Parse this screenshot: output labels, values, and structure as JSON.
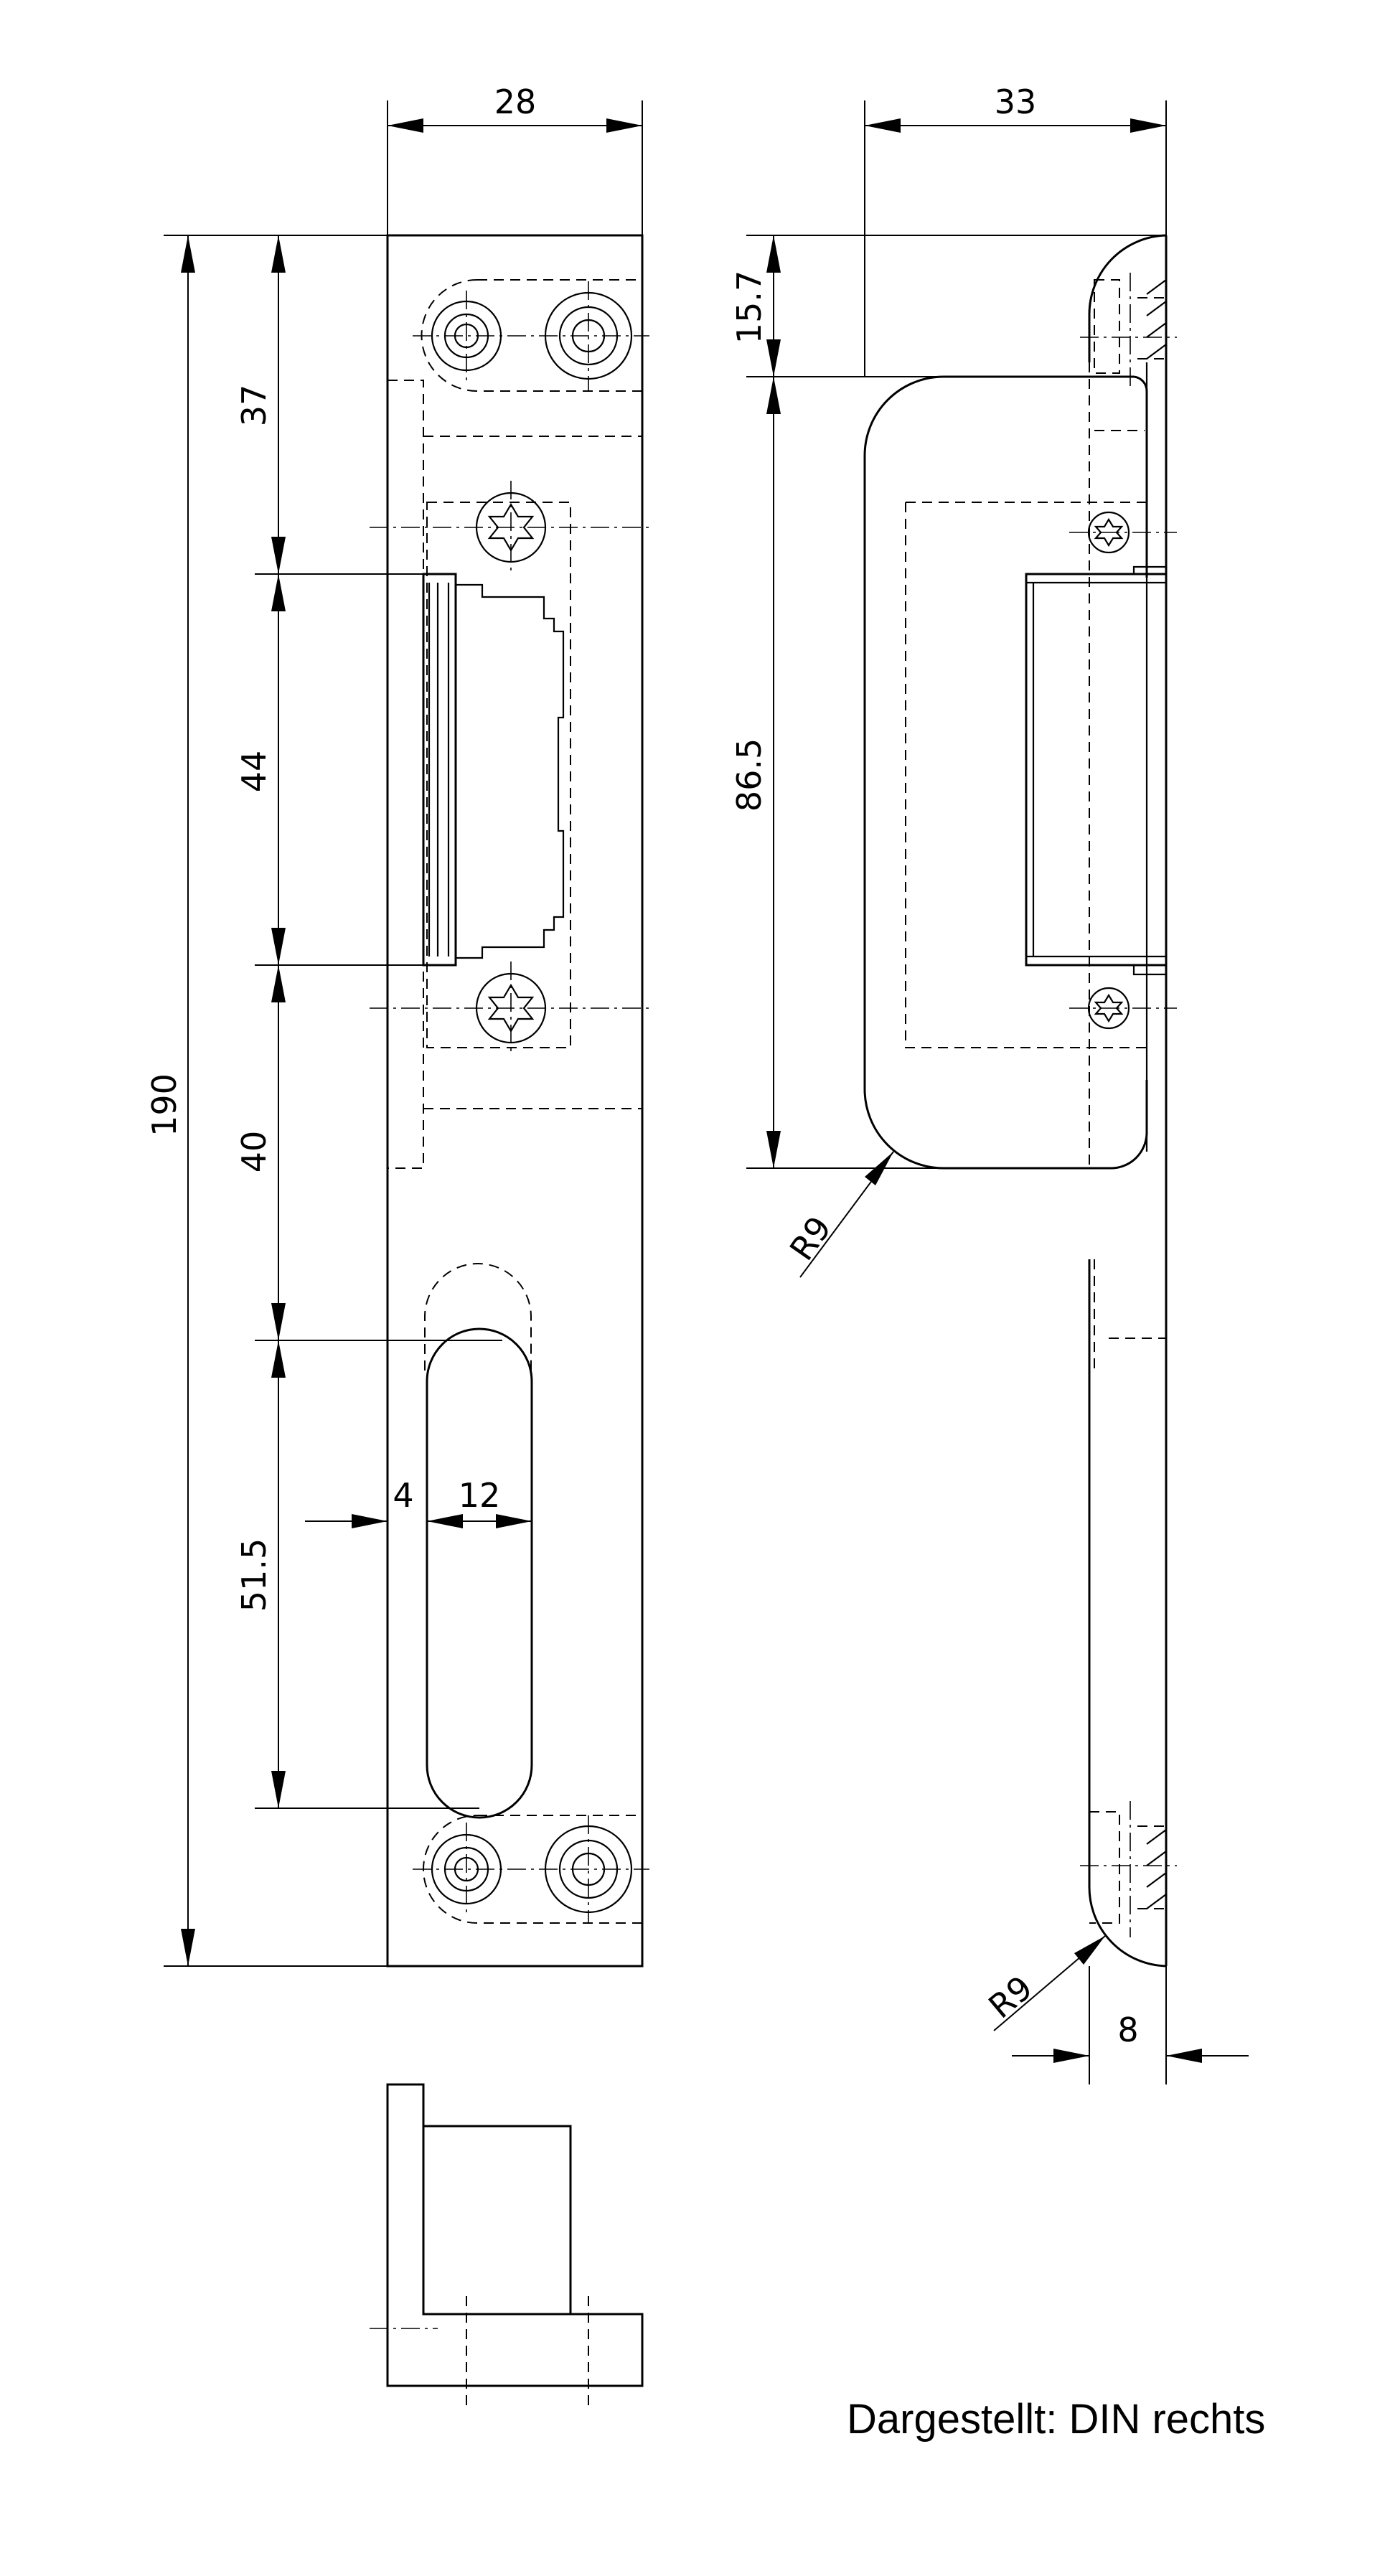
{
  "caption": "Dargestellt: DIN rechts",
  "dimensions": {
    "width_front": "28",
    "width_side": "33",
    "total_height": "190",
    "top_to_opening": "37",
    "opening_height": "44",
    "opening_to_slot": "40",
    "slot_length": "51.5",
    "slot_offset": "4",
    "slot_width": "12",
    "top_offset_side": "15.7",
    "box_height_side": "86.5",
    "radius_upper": "R9",
    "radius_lower": "R9",
    "plate_thickness": "8"
  }
}
